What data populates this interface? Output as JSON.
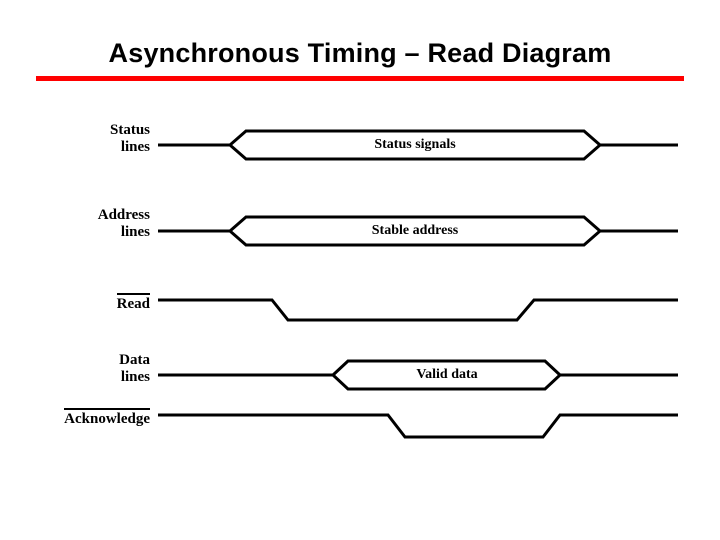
{
  "slide": {
    "title": "Asynchronous Timing – Read Diagram",
    "accent_color": "#ff0000",
    "line_color": "#000000",
    "background": "#ffffff"
  },
  "diagram": {
    "type": "timing-diagram",
    "rows": [
      {
        "id": "status-lines",
        "label_line1": "Status",
        "label_line2": "lines",
        "overline": false,
        "signal_kind": "bus",
        "bus_text": "Status signals"
      },
      {
        "id": "address-lines",
        "label_line1": "Address",
        "label_line2": "lines",
        "overline": false,
        "signal_kind": "bus",
        "bus_text": "Stable address"
      },
      {
        "id": "read",
        "label_line1": "Read",
        "label_line2": "",
        "overline": true,
        "signal_kind": "active-low-pulse",
        "bus_text": ""
      },
      {
        "id": "data-lines",
        "label_line1": "Data",
        "label_line2": "lines",
        "overline": false,
        "signal_kind": "bus",
        "bus_text": "Valid data"
      },
      {
        "id": "acknowledge",
        "label_line1": "Acknowledge",
        "label_line2": "",
        "overline": true,
        "signal_kind": "active-low-pulse",
        "bus_text": ""
      }
    ]
  }
}
